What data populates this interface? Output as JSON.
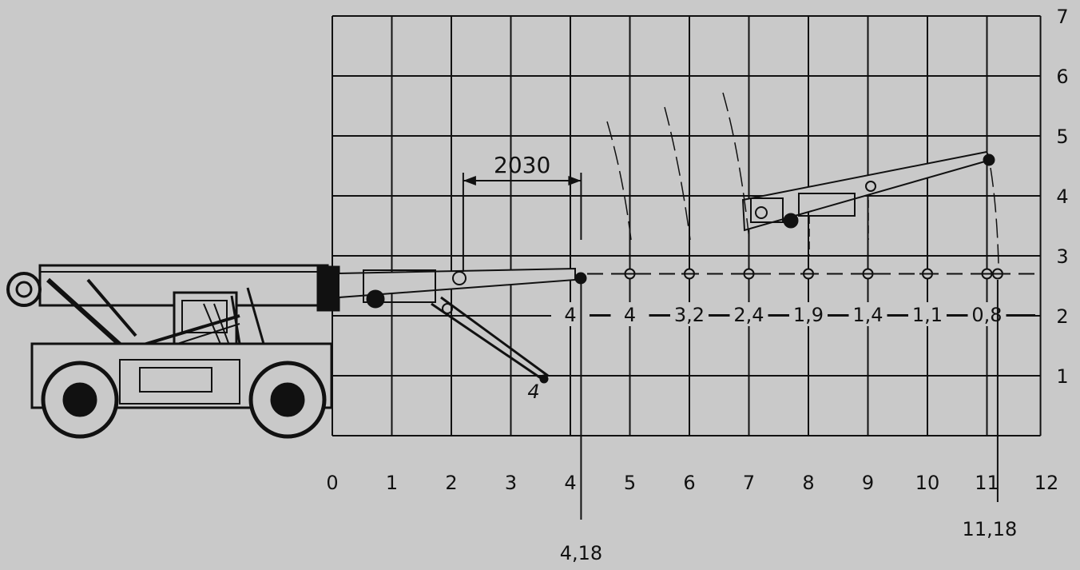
{
  "x_axis_labels": [
    "0",
    "1",
    "2",
    "3",
    "4",
    "5",
    "6",
    "7",
    "8",
    "9",
    "10",
    "11",
    "12"
  ],
  "y_axis_labels": [
    "1",
    "2",
    "3",
    "4",
    "5",
    "6",
    "7"
  ],
  "dimension_label": "2030",
  "radius_markers": {
    "left": "4,18",
    "right": "11,18"
  },
  "capacity_labels": [
    "4",
    "4",
    "3,2",
    "2,4",
    "1,9",
    "1,4",
    "1,1",
    "0,8"
  ],
  "jib_stowed_label": "4",
  "chart_data": {
    "type": "diagram",
    "x_range": [
      0,
      12
    ],
    "y_range": [
      0,
      7
    ],
    "x_ticks": [
      0,
      1,
      2,
      3,
      4,
      5,
      6,
      7,
      8,
      9,
      10,
      11,
      12
    ],
    "y_ticks": [
      1,
      2,
      3,
      4,
      5,
      6,
      7
    ],
    "grid": true,
    "hook_height": 2.7,
    "load_points": [
      {
        "x": 4.18,
        "label": "4"
      },
      {
        "x": 5,
        "label": "4"
      },
      {
        "x": 6,
        "label": "3,2"
      },
      {
        "x": 7,
        "label": "2,4"
      },
      {
        "x": 8,
        "label": "1,9"
      },
      {
        "x": 9,
        "label": "1,4"
      },
      {
        "x": 10,
        "label": "1,1"
      },
      {
        "x": 11,
        "label": "0,8"
      },
      {
        "x": 11.18,
        "label": ""
      }
    ],
    "dimension": {
      "from": 2.2,
      "to": 4.18,
      "y": 4.2,
      "label": "2030"
    },
    "markers": [
      {
        "x": 4.18,
        "label": "4,18"
      },
      {
        "x": 11.18,
        "label": "11,18"
      }
    ]
  }
}
